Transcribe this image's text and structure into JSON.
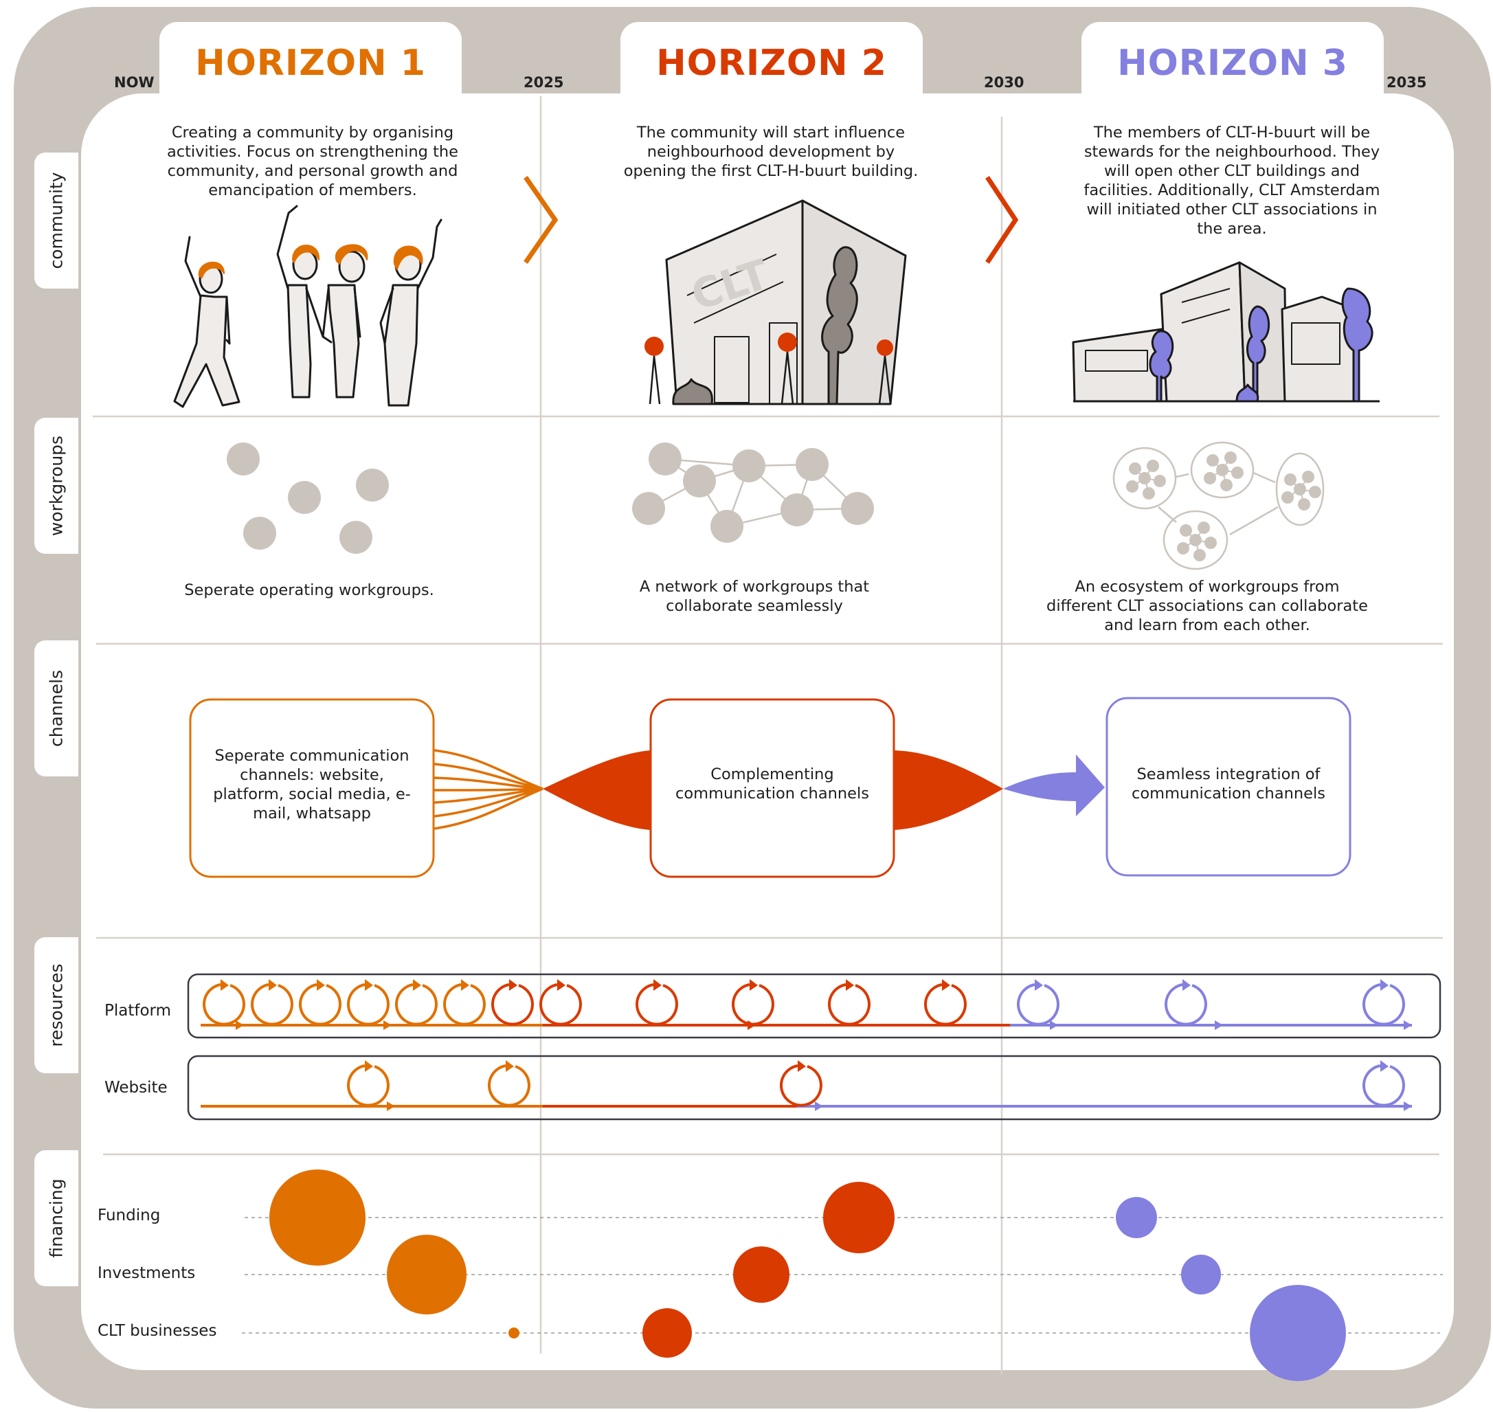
{
  "colors": {
    "h1": "#e07000",
    "h2": "#d93a00",
    "h3": "#8480e0",
    "frame": "#cbc4bd",
    "grey_dot": "#cbc4bd"
  },
  "horizons": [
    {
      "title": "HORIZON 1"
    },
    {
      "title": "HORIZON 2"
    },
    {
      "title": "HORIZON 3"
    }
  ],
  "timeline": [
    "NOW",
    "2025",
    "2030",
    "2035"
  ],
  "rows": [
    "community",
    "workgroups",
    "channels",
    "resources",
    "financing"
  ],
  "community": [
    "Creating a community by organising activities. Focus on strengthening the community, and personal growth and emancipation of members.",
    "The community will start influence neighbourhood development by opening the first CLT-H-buurt building.",
    "The members of CLT-H-buurt will be stewards for the neighbourhood. They will open other CLT buildings and facilities. Additionally, CLT Amsterdam will initiated other CLT associations in the area."
  ],
  "building_sign": "CLT",
  "workgroups": [
    "Seperate operating workgroups.",
    "A network of workgroups that collaborate seamlessly",
    "An ecosystem of workgroups from different CLT associations can collaborate and learn from each other."
  ],
  "channels": [
    "Seperate communication channels: website, platform, social media, e-mail, whatsapp",
    "Complementing communication channels",
    "Seamless integration of communication channels"
  ],
  "resources": {
    "tracks": [
      {
        "label": "Platform",
        "cycles": 15
      },
      {
        "label": "Website",
        "cycles": 4
      }
    ]
  },
  "financing": {
    "categories": [
      "Funding",
      "Investments",
      "CLT businesses"
    ]
  }
}
